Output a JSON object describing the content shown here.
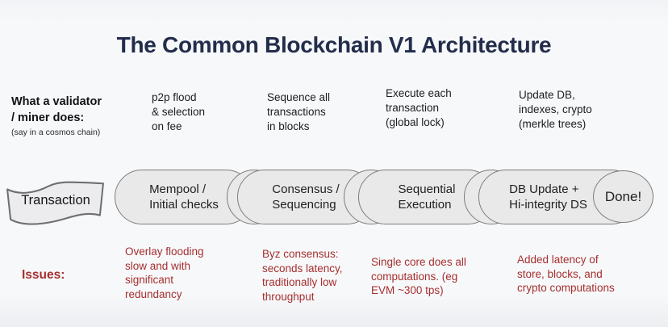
{
  "title": "The Common Blockchain V1 Architecture",
  "validator_label": {
    "heading": "What a validator\n/ miner does:",
    "note": "(say in a cosmos chain)"
  },
  "transaction": {
    "label": "Transaction"
  },
  "done": {
    "label": "Done!"
  },
  "issues_label": "Issues:",
  "steps": [
    {
      "action": "p2p flood\n& selection\non fee",
      "stage": "Mempool /\nInitial checks",
      "issue": "Overlay flooding\nslow and with\nsignificant\nredundancy"
    },
    {
      "action": "Sequence all\ntransactions\nin blocks",
      "stage": "Consensus /\nSequencing",
      "issue": "Byz consensus:\nseconds latency,\ntraditionally low\nthroughput"
    },
    {
      "action": "Execute each\ntransaction\n(global lock)",
      "stage": "Sequential\nExecution",
      "issue": "Single core does all\ncomputations. (eg\nEVM ~300 tps)"
    },
    {
      "action": "Update DB,\nindexes, crypto\n(merkle trees)",
      "stage": "DB Update +\nHi-integrity DS",
      "issue": "Added latency of\nstore, blocks, and\ncrypto computations"
    }
  ],
  "colors": {
    "title_color": "#232d4b",
    "issue_red": "#a62f2f",
    "text_color": "#1d1d1f",
    "shape_fill": "#e9e9ea",
    "shape_border": "#7d7d7d",
    "bg": "#f7f8fa"
  }
}
